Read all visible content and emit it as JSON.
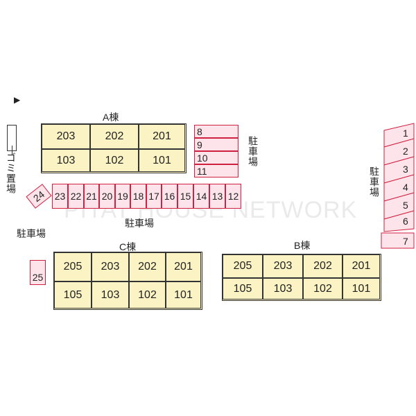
{
  "watermark": "PITAT HOUSE NETWORK",
  "arrow": "▶",
  "labels": {
    "building_a": "A棟",
    "building_b": "B棟",
    "building_c": "C棟",
    "parking": "駐車場",
    "garbage": "ゴミ置場"
  },
  "building_a": {
    "top_row": [
      "203",
      "202",
      "201"
    ],
    "bottom_row": [
      "103",
      "102",
      "101"
    ]
  },
  "building_b": {
    "top_row": [
      "205",
      "203",
      "202",
      "201"
    ],
    "bottom_row": [
      "105",
      "103",
      "102",
      "101"
    ]
  },
  "building_c": {
    "top_row": [
      "205",
      "203",
      "202",
      "201"
    ],
    "bottom_row": [
      "105",
      "103",
      "102",
      "101"
    ]
  },
  "parking": {
    "stack_a": [
      "8",
      "9",
      "10",
      "11"
    ],
    "row_mid": [
      "23",
      "22",
      "21",
      "20",
      "19",
      "18",
      "17",
      "16",
      "15",
      "14",
      "13",
      "12"
    ],
    "angled": "24",
    "single": "25",
    "right_col": [
      "1",
      "2",
      "3",
      "4",
      "5",
      "6",
      "7"
    ]
  },
  "colors": {
    "building": "#fbf3c4",
    "parking_fill": "#fde3ea",
    "parking_border": "#d02040"
  }
}
